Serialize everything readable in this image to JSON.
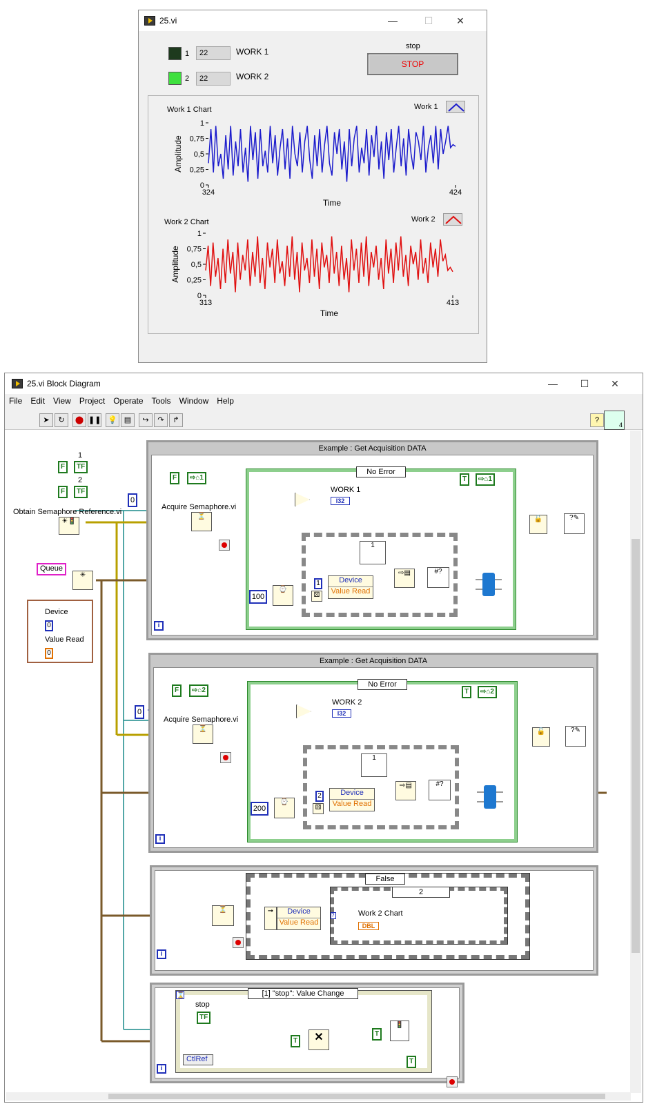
{
  "front_panel": {
    "title": "25.vi",
    "indicators": [
      {
        "num": "1",
        "value": "22",
        "label": "WORK 1",
        "led_color": "#1e3a1e"
      },
      {
        "num": "2",
        "value": "22",
        "label": "WORK 2",
        "led_color": "#3ee03e"
      }
    ],
    "stop": {
      "label": "stop",
      "button_text": "STOP"
    },
    "charts": [
      {
        "title": "Work 1 Chart",
        "legend": "Work 1",
        "color": "#1c1ccc",
        "xmin": "324",
        "xmax": "424",
        "xlabel": "Time",
        "ylabel": "Amplitude"
      },
      {
        "title": "Work 2 Chart",
        "legend": "Work 2",
        "color": "#e01010",
        "xmin": "313",
        "xmax": "413",
        "xlabel": "Time",
        "ylabel": "Amplitude"
      }
    ],
    "y_ticks": [
      "1",
      "0,75",
      "0,5",
      "0,25",
      "0"
    ]
  },
  "chart_data": [
    {
      "type": "line",
      "title": "Work 1 Chart",
      "xlabel": "Time",
      "ylabel": "Amplitude",
      "x_range": [
        324,
        424
      ],
      "ylim": [
        0,
        1
      ],
      "series": [
        {
          "name": "Work 1",
          "color": "#1c1ccc",
          "values": [
            0.35,
            0.9,
            0.2,
            0.95,
            0.3,
            0.5,
            0.1,
            0.8,
            0.25,
            0.95,
            0.15,
            0.7,
            0.3,
            0.9,
            0.2,
            0.6,
            0.05,
            0.95,
            0.4,
            0.85,
            0.1,
            0.9,
            0.3,
            0.55,
            0.2,
            0.95,
            0.35,
            0.8,
            0.15,
            0.6,
            0.9,
            0.25,
            0.75,
            0.1,
            0.95,
            0.5,
            0.3,
            0.85,
            0.2,
            0.7,
            0.95,
            0.4,
            0.1,
            0.8,
            0.3,
            0.9,
            0.2,
            0.65,
            0.95,
            0.35,
            0.15,
            0.85,
            0.5,
            0.9,
            0.25,
            0.7,
            0.05,
            0.9,
            0.3,
            0.75,
            0.95,
            0.2,
            0.6,
            0.35,
            0.9,
            0.15,
            0.8,
            0.45,
            0.95,
            0.25,
            0.7,
            0.1,
            0.85,
            0.4,
            0.9,
            0.2,
            0.6,
            0.95,
            0.3,
            0.75,
            0.15,
            0.9,
            0.5,
            0.25,
            0.85,
            0.7,
            0.4,
            0.95,
            0.2,
            0.6,
            0.8,
            0.35,
            0.95,
            0.25,
            0.9,
            0.5,
            0.7,
            0.95,
            0.6,
            0.65,
            0.62
          ]
        }
      ]
    },
    {
      "type": "line",
      "title": "Work 2 Chart",
      "xlabel": "Time",
      "ylabel": "Amplitude",
      "x_range": [
        313,
        413
      ],
      "ylim": [
        0,
        1
      ],
      "series": [
        {
          "name": "Work 2",
          "color": "#e01010",
          "values": [
            0.4,
            0.8,
            0.15,
            0.85,
            0.3,
            0.6,
            0.1,
            0.75,
            0.2,
            0.9,
            0.35,
            0.7,
            0.05,
            0.85,
            0.25,
            0.65,
            0.4,
            0.9,
            0.15,
            0.7,
            0.3,
            0.95,
            0.2,
            0.6,
            0.1,
            0.85,
            0.45,
            0.75,
            0.2,
            0.9,
            0.35,
            0.55,
            0.15,
            0.8,
            0.3,
            0.95,
            0.25,
            0.7,
            0.05,
            0.85,
            0.4,
            0.6,
            0.2,
            0.9,
            0.3,
            0.75,
            0.1,
            0.85,
            0.45,
            0.65,
            0.2,
            0.95,
            0.35,
            0.7,
            0.15,
            0.8,
            0.25,
            0.6,
            0.05,
            0.9,
            0.4,
            0.75,
            0.2,
            0.85,
            0.3,
            0.95,
            0.15,
            0.7,
            0.45,
            0.8,
            0.25,
            0.6,
            0.1,
            0.9,
            0.35,
            0.75,
            0.2,
            0.85,
            0.4,
            0.95,
            0.3,
            0.65,
            0.15,
            0.8,
            0.5,
            0.7,
            0.25,
            0.9,
            0.35,
            0.6,
            0.2,
            0.85,
            0.45,
            0.75,
            0.3,
            0.9,
            0.55,
            0.65,
            0.4,
            0.45,
            0.38
          ]
        }
      ]
    }
  ],
  "block_diagram": {
    "title": "25.vi Block Diagram",
    "menu": [
      "File",
      "Edit",
      "View",
      "Project",
      "Operate",
      "Tools",
      "Window",
      "Help"
    ],
    "top_consts": {
      "c1": "1",
      "c2": "2"
    },
    "obtain_label": "Obtain Semaphore Reference.vi",
    "queue_label": "Queue",
    "cluster": {
      "device": "Device",
      "device_val": "0",
      "value": "Value Read",
      "value_val": "0"
    },
    "frames": [
      {
        "header": "Example : Get Acquisition DATA",
        "case": "No Error",
        "work": "WORK 1",
        "acquire": "Acquire Semaphore.vi",
        "wait": "100",
        "dev_num": "1",
        "i32": "I32",
        "iter": "1",
        "shift_in": "1",
        "shift_out": "1",
        "zero": "0"
      },
      {
        "header": "Example : Get Acquisition DATA",
        "case": "No Error",
        "work": "WORK 2",
        "acquire": "Acquire Semaphore.vi",
        "wait": "200",
        "dev_num": "2",
        "i32": "I32",
        "iter": "1",
        "shift_in": "2",
        "shift_out": "2",
        "zero": "0"
      }
    ],
    "bundle": {
      "device": "Device",
      "value": "Value Read"
    },
    "frame3": {
      "case": "False",
      "inner_case": "2",
      "chart": "Work 2 Chart",
      "dbl": "DBL"
    },
    "frame4": {
      "event": "[1] \"stop\": Value Change",
      "stop": "stop",
      "ctlref": "CtlRef",
      "tf": "TF"
    },
    "info": "i",
    "t": "T",
    "f": "F",
    "tf": "TF",
    "q": "?",
    "help": "?",
    "conn_num": "4"
  }
}
